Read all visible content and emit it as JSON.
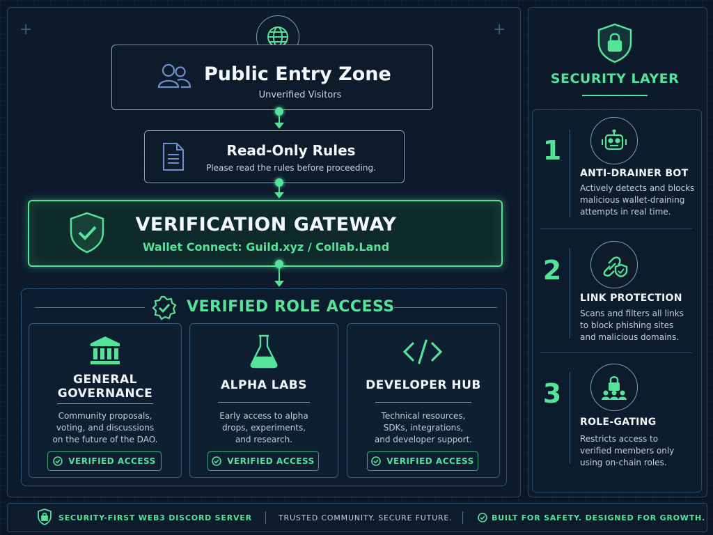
{
  "entry": {
    "title": "Public Entry Zone",
    "subtitle": "Unverified Visitors"
  },
  "rules": {
    "title": "Read-Only Rules",
    "subtitle": "Please read the rules before proceeding."
  },
  "gateway": {
    "title": "VERIFICATION GATEWAY",
    "subtitle": "Wallet Connect: Guild.xyz / Collab.Land"
  },
  "verified": {
    "title": "VERIFIED ROLE ACCESS",
    "cards": [
      {
        "title": "GENERAL\nGOVERNANCE",
        "desc": "Community proposals,\nvoting, and discussions\non the future of the DAO.",
        "badge": "VERIFIED ACCESS",
        "icon": "bank-icon"
      },
      {
        "title": "ALPHA LABS",
        "desc": "Early access to alpha\ndrops, experiments,\nand research.",
        "badge": "VERIFIED ACCESS",
        "icon": "flask-icon"
      },
      {
        "title": "DEVELOPER HUB",
        "desc": "Technical resources,\nSDKs, integrations,\nand developer support.",
        "badge": "VERIFIED ACCESS",
        "icon": "code-icon"
      }
    ]
  },
  "security": {
    "title": "SECURITY LAYER",
    "items": [
      {
        "num": "1",
        "title": "ANTI-DRAINER BOT",
        "desc": "Actively detects and blocks\nmalicious wallet-draining\nattempts in real time.",
        "icon": "robot-icon"
      },
      {
        "num": "2",
        "title": "LINK PROTECTION",
        "desc": "Scans and filters all links\nto block phishing sites\nand malicious domains.",
        "icon": "link-shield-icon"
      },
      {
        "num": "3",
        "title": "ROLE-GATING",
        "desc": "Restricts access to\nverified members only\nusing on-chain roles.",
        "icon": "lock-group-icon"
      }
    ]
  },
  "footer": {
    "left": "SECURITY-FIRST WEB3 DISCORD SERVER",
    "middle": "TRUSTED COMMUNITY. SECURE FUTURE.",
    "right": "BUILT FOR SAFETY. DESIGNED FOR GROWTH."
  },
  "colors": {
    "accent": "#55e39a",
    "background": "#0b1726",
    "border": "#2b4866"
  }
}
